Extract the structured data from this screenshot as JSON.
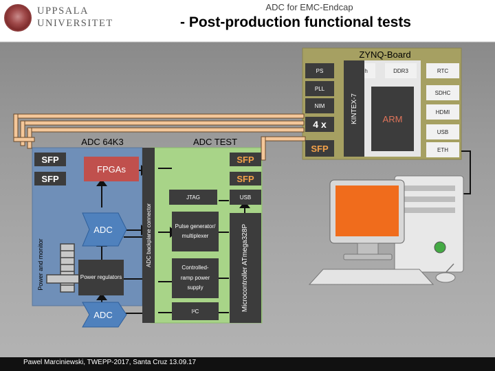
{
  "header": {
    "top_line": "ADC for EMC-Endcap",
    "title": "- Post-production functional tests",
    "logo": "UPPSALA UNIVERSITET"
  },
  "zynq_board": {
    "title": "ZYNQ-Board",
    "ps": "PS",
    "flash": "Flash",
    "ddr3": "DDR3",
    "rtc": "RTC",
    "pll": "PLL",
    "sdhc": "SDHC",
    "nim": "NIM",
    "four_x": "4 x",
    "sfp": "SFP",
    "kintex": "KINTEX-7",
    "arm": "ARM",
    "hdmi": "HDMI",
    "usb": "USB",
    "eth": "ETH"
  },
  "adc_64k3": {
    "title": "ADC 64K3",
    "sfp_top": "SFP",
    "sfp_bottom": "SFP",
    "fpgas": "FPGAs",
    "adc": "ADC",
    "power_regulators": "Power regulators",
    "adc_bottom": "ADC",
    "power_monitor": "Power and monitor"
  },
  "backplane_label": "ADC backplane connector",
  "adc_test": {
    "title": "ADC TEST",
    "sfp_top": "SFP",
    "sfp_bottom": "SFP",
    "jtag": "JTAG",
    "usb": "USB",
    "pulse_generator": "Pulse generator/ multiplexer",
    "controlled_ramp": "Controlled-ramp power supply",
    "i2c": "I²C",
    "microcontroller": "Microcontroller ATmega328P"
  },
  "footer": "Pawel Marciniewski, TWEPP-2017, Santa Cruz 13.09.17",
  "colors": {
    "zynq_board": "#a6a062",
    "adc_64k3": "#6f8fb8",
    "adc_test": "#a8d488",
    "block": "#3c3c3c",
    "chip": "#f1f1f1",
    "fpga_red": "#c0504d",
    "adc_blue": "#4f81bd",
    "ps_purple": "#6f6fa8",
    "sfp_orange": "#e0a06a",
    "link": "#f4c79a"
  }
}
